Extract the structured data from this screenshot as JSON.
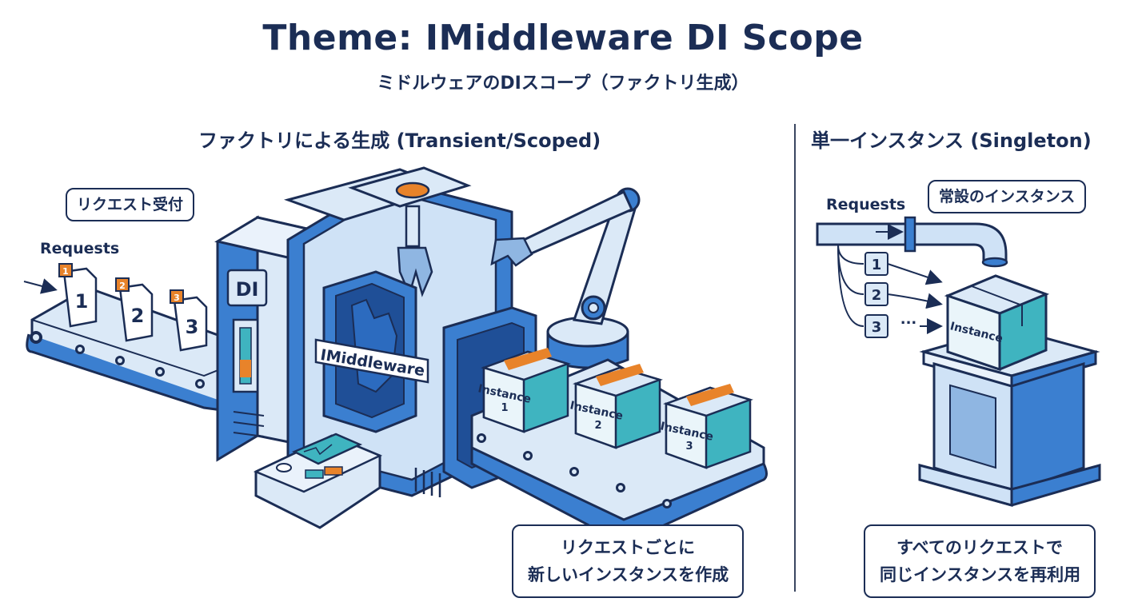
{
  "header": {
    "title": "Theme: IMiddleware DI Scope",
    "subtitle": "ミドルウェアのDIスコープ（ファクトリ生成）"
  },
  "factory": {
    "section_title": "ファクトリによる生成 (Transient/Scoped)",
    "callout_receive": "リクエスト受付",
    "requests_label": "Requests",
    "requests": [
      {
        "number": "1",
        "tag": "1"
      },
      {
        "number": "2",
        "tag": "2"
      },
      {
        "number": "3",
        "tag": "3"
      }
    ],
    "machine_label": "DI",
    "mold_label": "IMiddleware",
    "instances": [
      {
        "label": "Instance",
        "number": "1"
      },
      {
        "label": "Instance",
        "number": "2"
      },
      {
        "label": "Instance",
        "number": "3"
      }
    ],
    "callout_create_line1": "リクエストごとに",
    "callout_create_line2": "新しいインスタンスを作成"
  },
  "singleton": {
    "section_title": "単一インスタンス (Singleton)",
    "requests_label": "Requests",
    "callout_resident": "常設のインスタンス",
    "requests": [
      "1",
      "2",
      "3"
    ],
    "ellipsis": "...",
    "instance_label": "Instance",
    "callout_reuse_line1": "すべてのリクエストで",
    "callout_reuse_line2": "同じインスタンスを再利用"
  },
  "colors": {
    "navy": "#1b2d55",
    "blue": "#3b7fd0",
    "light_blue": "#dbe9f7",
    "teal": "#3fb4c0",
    "orange": "#e8832a"
  }
}
